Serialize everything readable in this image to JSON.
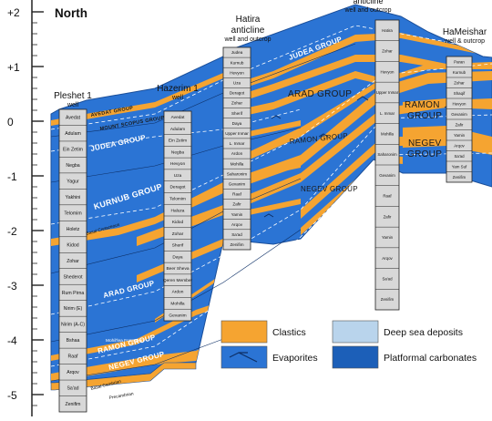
{
  "axis": {
    "north_label": "North",
    "ticks": [
      "+2",
      "+1",
      "0",
      "-1",
      "-2",
      "-3",
      "-4",
      "-5"
    ]
  },
  "wells": [
    {
      "id": "pleshet",
      "title_lines": [
        "Pleshet 1",
        "well"
      ],
      "units": [
        "Avedat",
        "Adulam",
        "Ein Zetim",
        "Negba",
        "Yagur",
        "Yakhini",
        "Telomim",
        "Holetz",
        "Kidod",
        "Zohar",
        "Shederot",
        "Rum Pirna",
        "Nirim (E)",
        "Nirim (A-C)",
        "Bshaa",
        "Raaf",
        "Arqov",
        "Sa'ad",
        "Zenifim"
      ]
    },
    {
      "id": "hazerim",
      "title_lines": [
        "Hazerim 1",
        "well"
      ],
      "units": [
        "Avedat",
        "Adulam",
        "Ein Zetim",
        "Negba",
        "Hevyon",
        "Uza",
        "Deragot",
        "Telomim",
        "Haluza",
        "Kidod",
        "Zohar",
        "Sherif",
        "Daya",
        "Beer Sheva",
        "Qeren Member",
        "Ardon",
        "Mohilla",
        "Gevanim"
      ]
    },
    {
      "id": "hatira",
      "title_lines": [
        "Hatira",
        "anticline",
        "well and outcrop"
      ],
      "units": [
        "Judea",
        "Kurnub",
        "Hevyon",
        "Uza",
        "Deragot",
        "Zohar",
        "Sherif",
        "Daya",
        "Upper Inmar",
        "L. Inmar",
        "Ardon",
        "Mohilla",
        "Saharonim",
        "Gevanim",
        "Raaf",
        "Zafir",
        "Yamin",
        "Arqov",
        "Sa'ad",
        "Zenifim"
      ]
    },
    {
      "id": "ramon",
      "title_lines": [
        "anticline",
        "well and outcrop"
      ],
      "units": [
        "Hatira",
        "Zohar",
        "Hevyon",
        "Upper Inmar",
        "L. Inmar",
        "Mohilla",
        "Saharonim",
        "Gevanim",
        "Raaf",
        "Zafir",
        "Yamin",
        "Arqov",
        "Sa'ad",
        "Zenifim"
      ]
    },
    {
      "id": "hameishar",
      "title_lines": [
        "HaMeishar",
        "well & outcrop"
      ],
      "units": [
        "Paran",
        "Kurnub",
        "Zohar",
        "Shaqif",
        "Hevyon",
        "Gevanim",
        "Zafir",
        "Yamin",
        "Arqov",
        "Sa'ad",
        "Yam Suf",
        "Zenifim"
      ]
    }
  ],
  "group_labels": {
    "avedat": "AVEDAT GROUP",
    "mount_scopus": "MOUNT SCOPUS GROUP",
    "judea": "JUDEA GROUP",
    "kurnub": "KURNUB GROUP",
    "arad": "ARAD GROUP",
    "ramon": "RAMON GROUP",
    "negev": "NEGEV GROUP",
    "judea_right": "JUDEA GROUP",
    "arad_right": "ARAD GROUP",
    "ramon_right": "RAMON GROUP",
    "negev_right": "NEGEV GROUP",
    "ramon_mid": "RAMON GROUP",
    "negev_mid": "NEGEV GROUP",
    "ramon_r": "RAMON",
    "group_r": "GROUP",
    "negev_r": "NEGEV",
    "negev_group_r": "GROUP"
  },
  "annotations": {
    "basal_cretaceous": "Basal Cretaceous",
    "mohilla_formation": "Mohil'lea Formation",
    "basal_cambrian": "Basal Cambrian",
    "precambrian": "Precambrian"
  },
  "legend": {
    "clastics": "Clastics",
    "deep_sea": "Deep sea deposits",
    "evaporites": "Evaporites",
    "platformal": "Platformal carbonates"
  },
  "colors": {
    "platformal": "#2b74d4",
    "platformal_dark": "#1c5fb8",
    "clastics": "#f5a431",
    "deep_sea": "#b9d4ec",
    "column": "#d8d8d8",
    "line": "#222222"
  }
}
